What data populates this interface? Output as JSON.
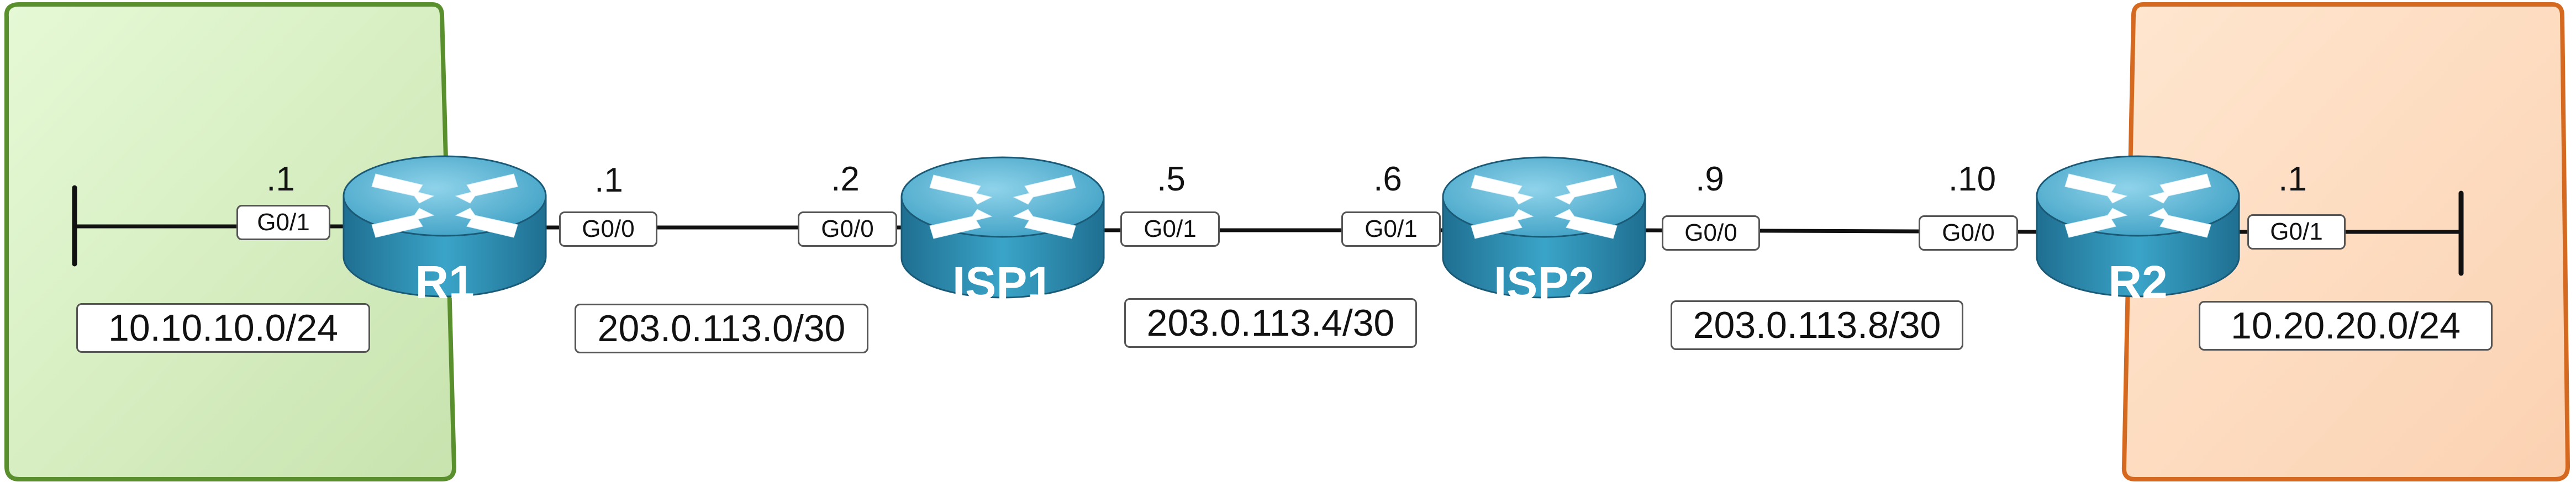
{
  "zones": {
    "left": {
      "fill": "#d5ecc2",
      "stroke": "#5a8f2e"
    },
    "right": {
      "fill": "#fde0c8",
      "stroke": "#d4691f"
    }
  },
  "routers": [
    {
      "id": "r1",
      "name": "R1"
    },
    {
      "id": "isp1",
      "name": "ISP1"
    },
    {
      "id": "isp2",
      "name": "ISP2"
    },
    {
      "id": "r2",
      "name": "R2"
    }
  ],
  "router_color": "#2f8fb4",
  "networks": {
    "lan_left": "10.10.10.0/24",
    "link_r1_isp1": "203.0.113.0/30",
    "link_isp1_isp2": "203.0.113.4/30",
    "link_isp2_r2": "203.0.113.8/30",
    "lan_right": "10.20.20.0/24"
  },
  "interfaces": {
    "r1_g01": {
      "name": "G0/1",
      "addr": ".1"
    },
    "r1_g00": {
      "name": "G0/0",
      "addr": ".1"
    },
    "isp1_g00": {
      "name": "G0/0",
      "addr": ".2"
    },
    "isp1_g01": {
      "name": "G0/1",
      "addr": ".5"
    },
    "isp2_g01": {
      "name": "G0/1",
      "addr": ".6"
    },
    "isp2_g00": {
      "name": "G0/0",
      "addr": ".9"
    },
    "r2_g00": {
      "name": "G0/0",
      "addr": ".10"
    },
    "r2_g01": {
      "name": "G0/1",
      "addr": ".1"
    }
  }
}
